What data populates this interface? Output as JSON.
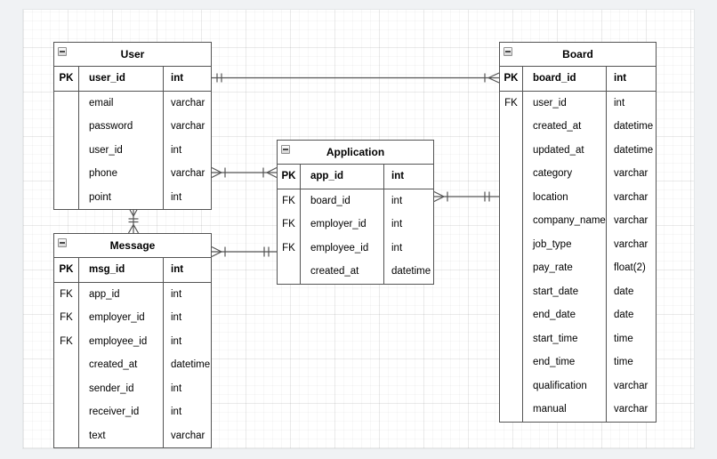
{
  "diagram": {
    "type": "entity-relationship",
    "colors": {
      "table_stroke": "#545454",
      "table_fill": "#ffffff",
      "page_fill": "#ffffff",
      "canvas_margin": "#f0f2f4",
      "text": "#000000"
    },
    "entities": [
      {
        "name": "User",
        "icon": "collapse-minus-icon",
        "rows": [
          {
            "key": "PK",
            "name": "user_id",
            "type": "int",
            "is_pk": true
          },
          {
            "key": "",
            "name": "email",
            "type": "varchar"
          },
          {
            "key": "",
            "name": "password",
            "type": "varchar"
          },
          {
            "key": "",
            "name": "user_id",
            "type": "int"
          },
          {
            "key": "",
            "name": "phone",
            "type": "varchar"
          },
          {
            "key": "",
            "name": "point",
            "type": "int"
          }
        ]
      },
      {
        "name": "Board",
        "icon": "collapse-minus-icon",
        "rows": [
          {
            "key": "PK",
            "name": "board_id",
            "type": "int",
            "is_pk": true
          },
          {
            "key": "FK",
            "name": "user_id",
            "type": "int"
          },
          {
            "key": "",
            "name": "created_at",
            "type": "datetime"
          },
          {
            "key": "",
            "name": "updated_at",
            "type": "datetime"
          },
          {
            "key": "",
            "name": "category",
            "type": "varchar"
          },
          {
            "key": "",
            "name": "location",
            "type": "varchar"
          },
          {
            "key": "",
            "name": "company_name",
            "type": "varchar"
          },
          {
            "key": "",
            "name": "job_type",
            "type": "varchar"
          },
          {
            "key": "",
            "name": "pay_rate",
            "type": "float(2)"
          },
          {
            "key": "",
            "name": "start_date",
            "type": "date"
          },
          {
            "key": "",
            "name": "end_date",
            "type": "date"
          },
          {
            "key": "",
            "name": "start_time",
            "type": "time"
          },
          {
            "key": "",
            "name": "end_time",
            "type": "time"
          },
          {
            "key": "",
            "name": "qualification",
            "type": "varchar"
          },
          {
            "key": "",
            "name": "manual",
            "type": "varchar"
          }
        ]
      },
      {
        "name": "Application",
        "icon": "collapse-minus-icon",
        "rows": [
          {
            "key": "PK",
            "name": "app_id",
            "type": "int",
            "is_pk": true
          },
          {
            "key": "FK",
            "name": "board_id",
            "type": "int"
          },
          {
            "key": "FK",
            "name": "employer_id",
            "type": "int"
          },
          {
            "key": "FK",
            "name": "employee_id",
            "type": "int"
          },
          {
            "key": "",
            "name": "created_at",
            "type": "datetime"
          }
        ]
      },
      {
        "name": "Message",
        "icon": "collapse-minus-icon",
        "rows": [
          {
            "key": "PK",
            "name": "msg_id",
            "type": "int",
            "is_pk": true
          },
          {
            "key": "FK",
            "name": "app_id",
            "type": "int"
          },
          {
            "key": "FK",
            "name": "employer_id",
            "type": "int"
          },
          {
            "key": "FK",
            "name": "employee_id",
            "type": "int"
          },
          {
            "key": "",
            "name": "created_at",
            "type": "datetime"
          },
          {
            "key": "",
            "name": "sender_id",
            "type": "int"
          },
          {
            "key": "",
            "name": "receiver_id",
            "type": "int"
          },
          {
            "key": "",
            "name": "text",
            "type": "varchar"
          }
        ]
      }
    ],
    "relationships": [
      {
        "source": "User.user_id",
        "source_symbol": "exactly-one",
        "target": "Board.board_id",
        "target_symbol": "many"
      },
      {
        "source": "User.phone",
        "source_symbol": "many",
        "target": "Application.app_id",
        "target_symbol": "many"
      },
      {
        "source": "Application.board_id",
        "source_symbol": "many",
        "target": "Board.location",
        "target_symbol": "exactly-one"
      },
      {
        "source": "User",
        "source_symbol": "many",
        "target": "Message",
        "target_symbol": "many"
      },
      {
        "source": "Message.msg_id",
        "source_symbol": "many",
        "target": "Application.employee_id",
        "target_symbol": "exactly-one"
      }
    ]
  }
}
